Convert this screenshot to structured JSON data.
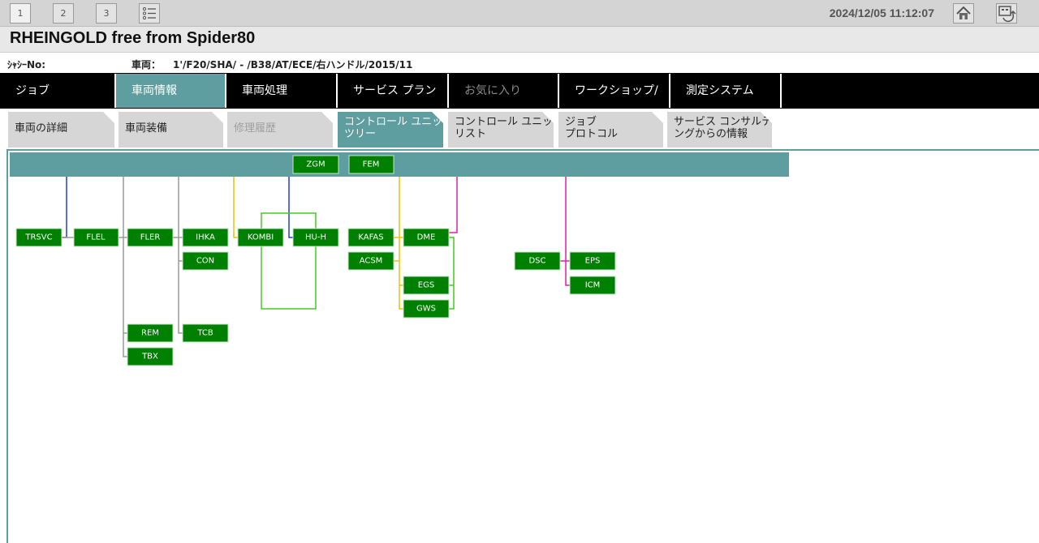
{
  "top_bar": {
    "pages": [
      "1",
      "2",
      "3"
    ],
    "datetime": "2024/12/05 11:12:07",
    "icons": [
      "list-icon",
      "home-icon",
      "exit-icon"
    ]
  },
  "app_title": "RHEINGOLD free from Spider80",
  "vehicle": {
    "chassis_label": "ｼｬｼｰNo:",
    "chassis_value": "",
    "vehicle_label": "車両：",
    "vehicle_value": "1'/F20/SHA/ - /B38/AT/ECE/右ハンドル/2015/11"
  },
  "main_nav": [
    {
      "label": "ジョブ",
      "state": "normal"
    },
    {
      "label": "車両情報",
      "state": "active"
    },
    {
      "label": "車両処理",
      "state": "normal"
    },
    {
      "label": "サービス プラン",
      "state": "normal"
    },
    {
      "label": "お気に入り",
      "state": "disabled"
    },
    {
      "label": "ワークショップ/ 油脂類",
      "state": "normal"
    },
    {
      "label": "測定システム",
      "state": "normal"
    }
  ],
  "sub_nav": [
    {
      "label": "車両の詳細",
      "state": "normal"
    },
    {
      "label": "車両装備",
      "state": "normal"
    },
    {
      "label": "修理履歴",
      "state": "disabled"
    },
    {
      "label": "コントロール ユニット\nツリー",
      "state": "active"
    },
    {
      "label": "コントロール ユニット\nリスト",
      "state": "normal"
    },
    {
      "label": "ジョブ\nプロトコル",
      "state": "normal"
    },
    {
      "label": "サービス コンサルティ\nングからの情報",
      "state": "normal"
    }
  ],
  "ecu_tree": {
    "colors": {
      "bus_bar": "#5f9ea0",
      "ecu": "#008000",
      "blue": "#1f3fd6",
      "gray": "#9a9a9a",
      "yellow": "#f0c000",
      "magenta": "#e020a0",
      "green": "#44cc22"
    },
    "gateways": [
      "ZGM",
      "FEM"
    ],
    "ecus": [
      "TRSVC",
      "FLEL",
      "FLER",
      "IHKA",
      "CON",
      "REM",
      "TCB",
      "TBX",
      "KOMBI",
      "HU-H",
      "KAFAS",
      "ACSM",
      "DME",
      "EGS",
      "GWS",
      "DSC",
      "EPS",
      "ICM"
    ]
  }
}
